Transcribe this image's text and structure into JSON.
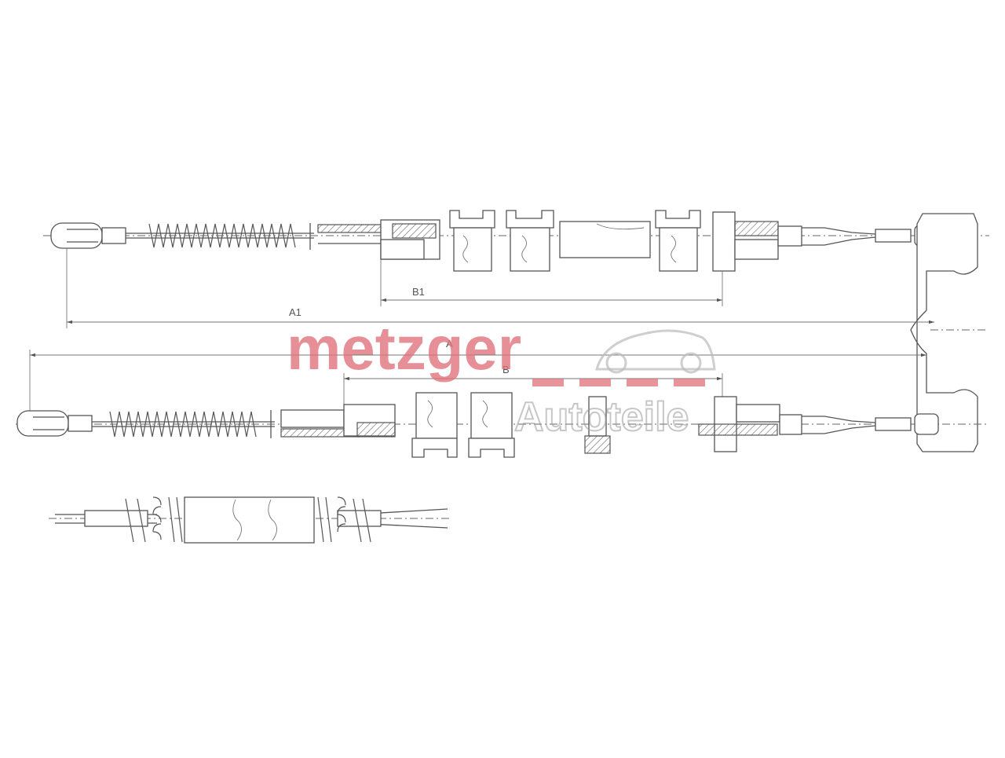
{
  "dimensions": {
    "a1_label": "A1",
    "b1_label": "B1",
    "a_label": "A",
    "b_label": "B"
  },
  "watermark": {
    "brand": "metzger",
    "sub": "Autoteile"
  },
  "colors": {
    "line": "#555555",
    "watermark_red": "#e0707a",
    "watermark_grey": "#9a9a9a"
  }
}
